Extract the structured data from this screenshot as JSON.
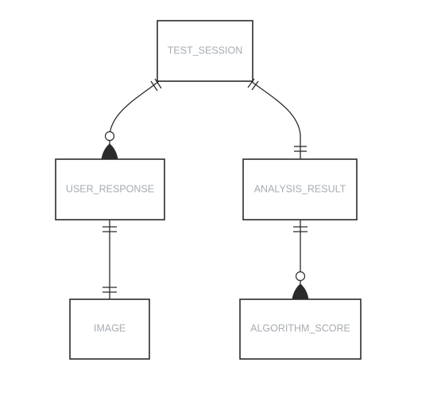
{
  "diagram": {
    "type": "entity-relationship",
    "entities": {
      "test_session": "TEST_SESSION",
      "user_response": "USER_RESPONSE",
      "analysis_result": "ANALYSIS_RESULT",
      "image": "IMAGE",
      "algorithm_score": "ALGORITHM_SCORE"
    },
    "relationships": [
      {
        "from": "TEST_SESSION",
        "to": "USER_RESPONSE",
        "from_cardinality": "exactly-one",
        "to_cardinality": "zero-or-many"
      },
      {
        "from": "TEST_SESSION",
        "to": "ANALYSIS_RESULT",
        "from_cardinality": "exactly-one",
        "to_cardinality": "exactly-one"
      },
      {
        "from": "USER_RESPONSE",
        "to": "IMAGE",
        "from_cardinality": "exactly-one",
        "to_cardinality": "exactly-one"
      },
      {
        "from": "ANALYSIS_RESULT",
        "to": "ALGORITHM_SCORE",
        "from_cardinality": "exactly-one",
        "to_cardinality": "zero-or-many"
      }
    ],
    "colors": {
      "line": "#2b2b2b",
      "label": "#a7adb3",
      "background": "#ffffff"
    }
  }
}
